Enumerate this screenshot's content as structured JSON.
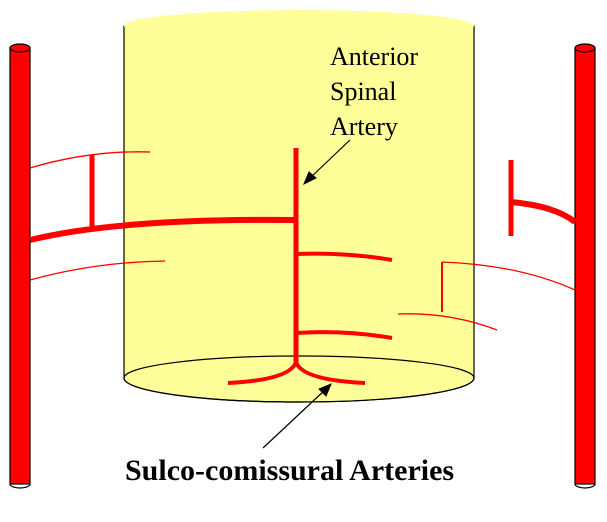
{
  "labels": {
    "anterior_line1": "Anterior",
    "anterior_line2": "Spinal",
    "anterior_line3": "Artery",
    "sulco": "Sulco-comissural Arteries"
  },
  "colors": {
    "artery": "#ff0000",
    "cylinder_fill": "#ffff99",
    "outline": "#000000",
    "background": "#ffffff"
  }
}
